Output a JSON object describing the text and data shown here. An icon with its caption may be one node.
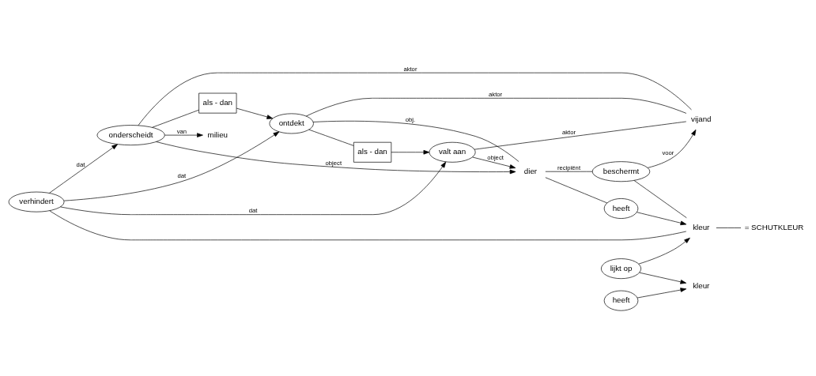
{
  "diagram": {
    "nodes": [
      {
        "text": [
          "onderscheidt"
        ]
      },
      {
        "text": [
          "verhindert"
        ]
      },
      {
        "text": [
          "als - dan"
        ]
      },
      {
        "text": [
          "vijand"
        ]
      },
      {
        "text": [
          "ontdekt"
        ]
      },
      {
        "text": [
          "dier"
        ]
      },
      {
        "text": [
          "heeft"
        ]
      },
      {
        "text": [
          "kleur"
        ]
      },
      {
        "text": [
          "lijkt op"
        ]
      },
      {
        "text": [
          "kleur"
        ]
      },
      {
        "text": [
          "heeft"
        ]
      },
      {
        "text": [
          "milieu"
        ]
      },
      {
        "text": [
          "als - dan"
        ]
      },
      {
        "text": [
          "valt aan"
        ]
      },
      {
        "text": [
          "beschermt"
        ]
      },
      {
        "text": [
          "= SCHUTKLEUR"
        ]
      }
    ],
    "edges": [
      {
        "from": 0,
        "to": 3,
        "arrow": "none",
        "label": "aktor"
      },
      {
        "from": 0,
        "to": 2,
        "arrow": "none"
      },
      {
        "from": 2,
        "to": 4,
        "arrow": "to"
      },
      {
        "from": 0,
        "to": 5,
        "arrow": "to",
        "label": "object"
      },
      {
        "from": 1,
        "to": 0,
        "arrow": "to",
        "label": "dat"
      },
      {
        "from": 1,
        "to": 4,
        "arrow": "to",
        "label": "dat"
      },
      {
        "from": 0,
        "to": 11,
        "arrow": "to",
        "label": "van"
      },
      {
        "from": 3,
        "to": 4,
        "arrow": "none",
        "label": "aktor"
      },
      {
        "from": 4,
        "to": 5,
        "arrow": "none",
        "label": "obj."
      },
      {
        "from": 4,
        "to": 12,
        "arrow": "none"
      },
      {
        "from": 12,
        "to": 13,
        "arrow": "to"
      },
      {
        "from": 13,
        "to": 3,
        "arrow": "none",
        "label": "aktor"
      },
      {
        "from": 13,
        "to": 5,
        "arrow": "to",
        "label": "object"
      },
      {
        "from": 1,
        "to": 13,
        "arrow": "to",
        "label": "dat"
      },
      {
        "from": 5,
        "to": 14,
        "arrow": "none",
        "label": "recipiënt"
      },
      {
        "from": 5,
        "to": 6,
        "arrow": "none"
      },
      {
        "from": 6,
        "to": 7,
        "arrow": "to"
      },
      {
        "from": 1,
        "to": 7,
        "arrow": "none"
      },
      {
        "from": 14,
        "to": 7,
        "arrow": "none"
      },
      {
        "from": 7,
        "to": 15,
        "arrow": "none"
      },
      {
        "from": 8,
        "to": 7,
        "arrow": "to"
      },
      {
        "from": 8,
        "to": 9,
        "arrow": "to"
      },
      {
        "from": 10,
        "to": 9,
        "arrow": "to"
      },
      {
        "from": 14,
        "to": 3,
        "arrow": "to",
        "label": "voor"
      }
    ]
  }
}
